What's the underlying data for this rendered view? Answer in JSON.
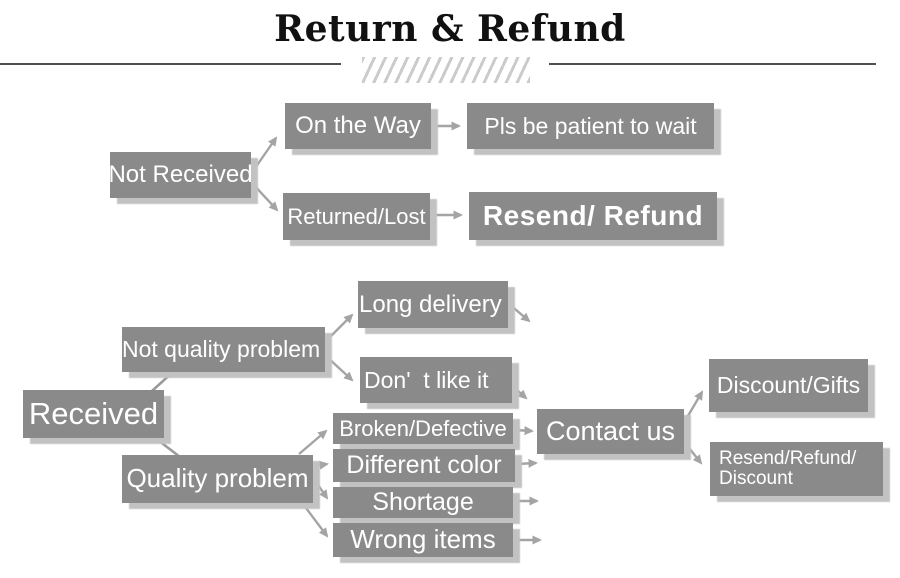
{
  "title": "Return & Refund",
  "colors": {
    "background": "#ffffff",
    "title_text": "#111111",
    "rule_line": "#4f4f4f",
    "hatch": "#cbcbcb",
    "box": "#8a8a8a",
    "box_text": "#ffffff",
    "box_shadow": "#c2c2c2",
    "arrow": "#a4a4a4",
    "connector": "#9a9a9a"
  },
  "nodes": {
    "not_received": {
      "label": "Not Received"
    },
    "on_the_way": {
      "label": "On the Way"
    },
    "pls_wait": {
      "label": "Pls be patient to wait"
    },
    "returned_lost": {
      "label": "Returned/Lost"
    },
    "resend_refund": {
      "label": "Resend/ Refund"
    },
    "received": {
      "label": "Received"
    },
    "not_quality_problem": {
      "label": "Not quality problem"
    },
    "long_delivery": {
      "label": "Long delivery"
    },
    "dont_like_it": {
      "label": "Don'  t like it"
    },
    "quality_problem": {
      "label": "Quality problem"
    },
    "broken_defective": {
      "label": "Broken/Defective"
    },
    "different_color": {
      "label": "Different color"
    },
    "shortage": {
      "label": "Shortage"
    },
    "wrong_items": {
      "label": "Wrong items"
    },
    "contact_us": {
      "label": "Contact us"
    },
    "discount_gifts": {
      "label": "Discount/Gifts"
    },
    "resend_refund_discount": {
      "label": "Resend/Refund/\nDiscount"
    }
  },
  "edges": [
    {
      "from": "not_received",
      "to": "on_the_way",
      "style": "arrow"
    },
    {
      "from": "not_received",
      "to": "returned_lost",
      "style": "arrow"
    },
    {
      "from": "on_the_way",
      "to": "pls_wait",
      "style": "arrow"
    },
    {
      "from": "returned_lost",
      "to": "resend_refund",
      "style": "arrow"
    },
    {
      "from": "received",
      "to": "not_quality_problem",
      "style": "line"
    },
    {
      "from": "received",
      "to": "quality_problem",
      "style": "line"
    },
    {
      "from": "not_quality_problem",
      "to": "long_delivery",
      "style": "arrow"
    },
    {
      "from": "not_quality_problem",
      "to": "dont_like_it",
      "style": "arrow"
    },
    {
      "from": "long_delivery",
      "to": null,
      "style": "arrow"
    },
    {
      "from": "dont_like_it",
      "to": "contact_us",
      "style": "arrow"
    },
    {
      "from": "quality_problem",
      "to": "broken_defective",
      "style": "arrow"
    },
    {
      "from": "quality_problem",
      "to": "different_color",
      "style": "arrow"
    },
    {
      "from": "quality_problem",
      "to": "shortage",
      "style": "arrow"
    },
    {
      "from": "quality_problem",
      "to": "wrong_items",
      "style": "arrow"
    },
    {
      "from": "broken_defective",
      "to": "contact_us",
      "style": "arrow"
    },
    {
      "from": "different_color",
      "to": "contact_us",
      "style": "arrow"
    },
    {
      "from": "shortage",
      "to": "contact_us",
      "style": "arrow"
    },
    {
      "from": "wrong_items",
      "to": "contact_us",
      "style": "arrow"
    },
    {
      "from": "contact_us",
      "to": "discount_gifts",
      "style": "arrow"
    },
    {
      "from": "contact_us",
      "to": "resend_refund_discount",
      "style": "arrow"
    }
  ]
}
